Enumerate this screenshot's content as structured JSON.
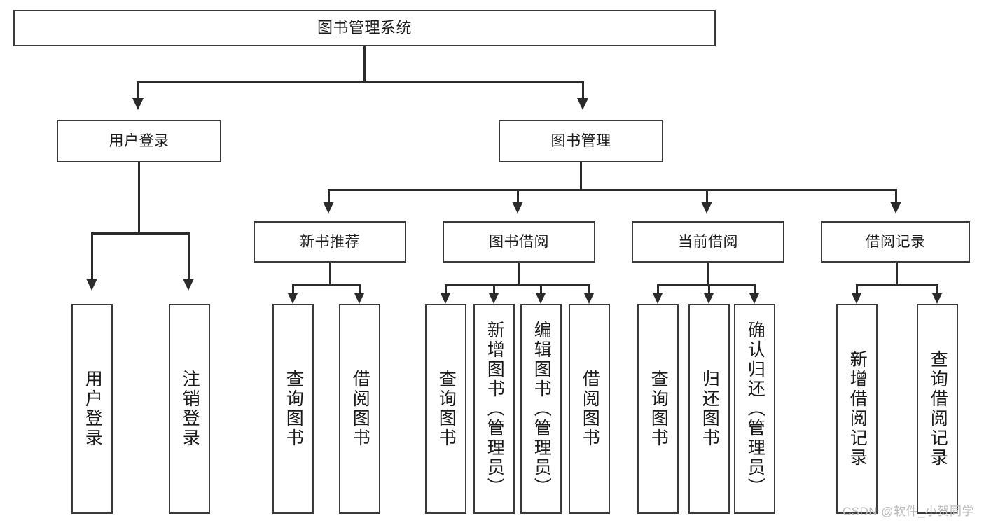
{
  "diagram": {
    "title": "图书管理系统",
    "type": "tree",
    "root": {
      "id": "root",
      "label": "图书管理系统"
    },
    "level2": [
      {
        "id": "user-login",
        "label": "用户登录"
      },
      {
        "id": "book-management",
        "label": "图书管理"
      }
    ],
    "level3": [
      {
        "id": "new-book-recommend",
        "label": "新书推荐",
        "parent": "book-management"
      },
      {
        "id": "book-borrow",
        "label": "图书借阅",
        "parent": "book-management"
      },
      {
        "id": "current-borrow",
        "label": "当前借阅",
        "parent": "book-management"
      },
      {
        "id": "borrow-record",
        "label": "借阅记录",
        "parent": "book-management"
      }
    ],
    "leaves": [
      {
        "id": "leaf-user-login",
        "label": "用户登录",
        "parent": "user-login"
      },
      {
        "id": "leaf-logout",
        "label": "注销登录",
        "parent": "user-login"
      },
      {
        "id": "leaf-query-book-1",
        "label": "查询图书",
        "parent": "new-book-recommend"
      },
      {
        "id": "leaf-borrow-book-1",
        "label": "借阅图书",
        "parent": "new-book-recommend"
      },
      {
        "id": "leaf-query-book-2",
        "label": "查询图书",
        "parent": "book-borrow"
      },
      {
        "id": "leaf-add-book",
        "label": "新增图书（管理员）",
        "parent": "book-borrow"
      },
      {
        "id": "leaf-edit-book",
        "label": "编辑图书（管理员）",
        "parent": "book-borrow"
      },
      {
        "id": "leaf-borrow-book-2",
        "label": "借阅图书",
        "parent": "book-borrow"
      },
      {
        "id": "leaf-query-book-3",
        "label": "查询图书",
        "parent": "current-borrow"
      },
      {
        "id": "leaf-return-book",
        "label": "归还图书",
        "parent": "current-borrow"
      },
      {
        "id": "leaf-confirm-return",
        "label": "确认归还（管理员）",
        "parent": "current-borrow"
      },
      {
        "id": "leaf-add-record",
        "label": "新增借阅记录",
        "parent": "borrow-record"
      },
      {
        "id": "leaf-query-record",
        "label": "查询借阅记录",
        "parent": "borrow-record"
      }
    ]
  },
  "watermark": {
    "text": "CSDN @软件_小贺同学"
  },
  "colors": {
    "border": "#3b3b3b",
    "line": "#2b2b2b",
    "background": "#ffffff",
    "text": "#1a1a1a",
    "watermark": "#b9b9b9"
  }
}
